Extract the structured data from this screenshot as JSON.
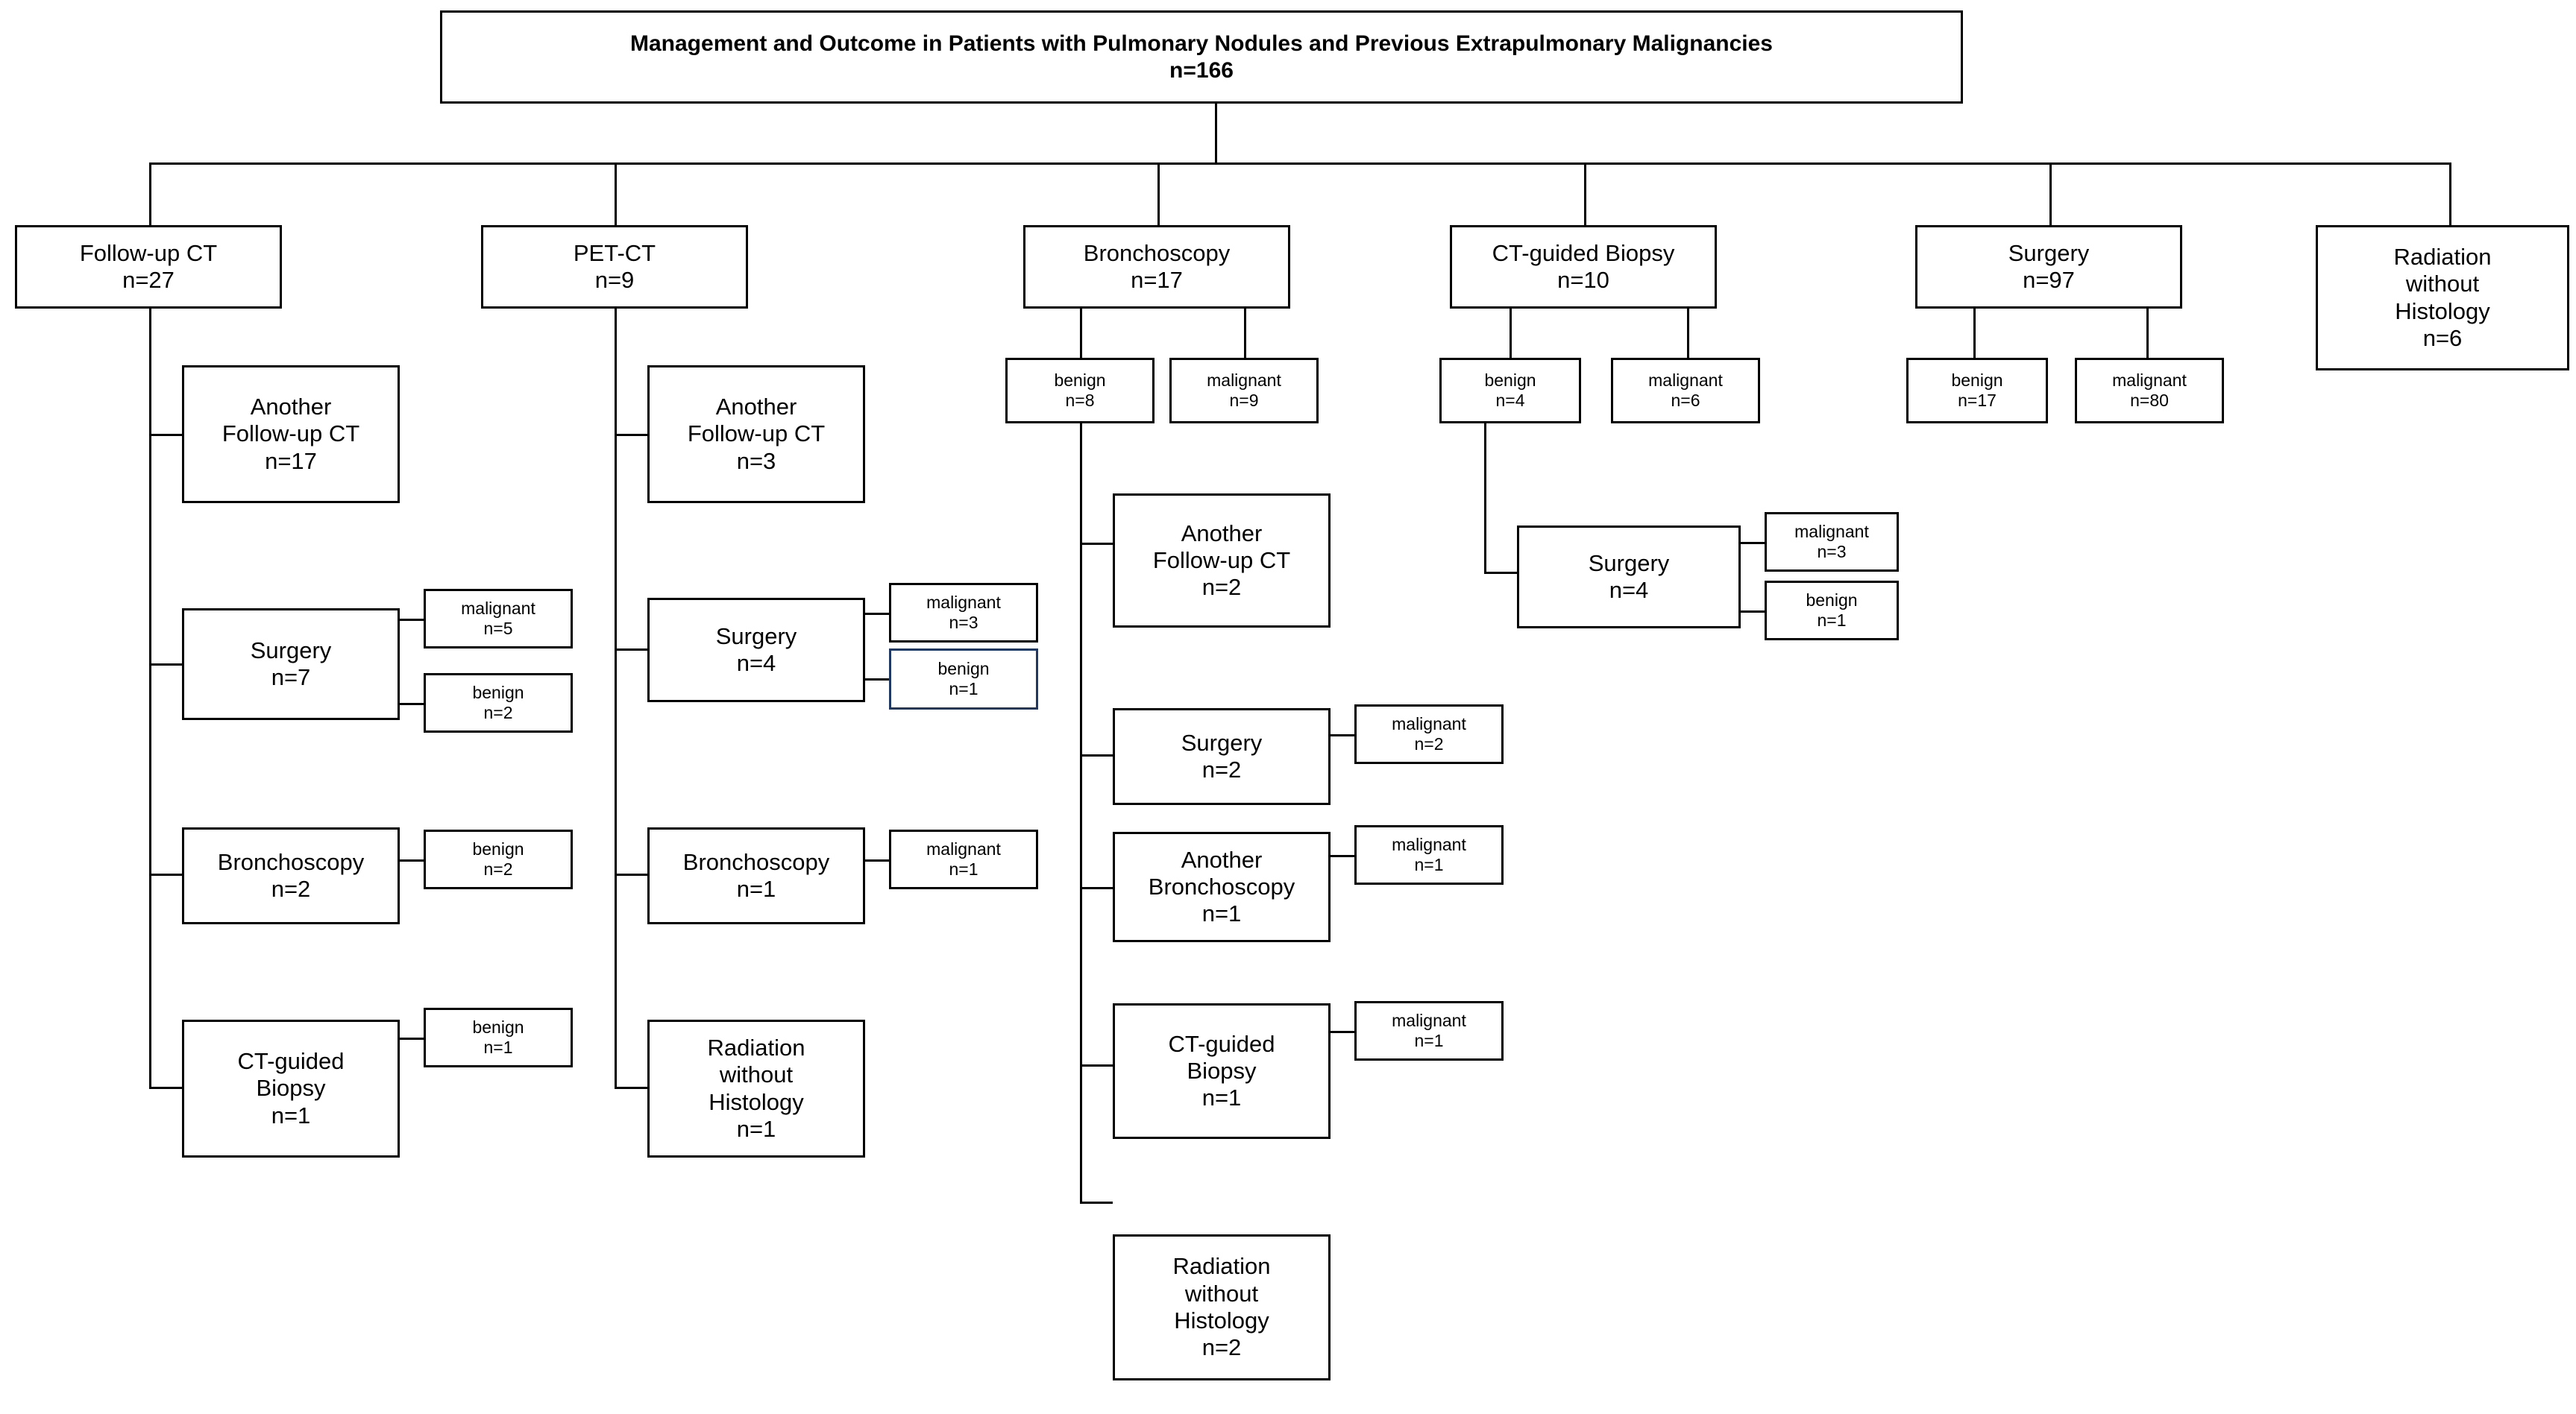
{
  "chart_data": {
    "type": "tree-flowchart",
    "title": "Management and Outcome in Patients with Pulmonary Nodules and Previous Extrapulmonary Malignancies",
    "total": "n=166",
    "accent_selected_border": "#1f3864",
    "border_color": "#000000",
    "background": "#ffffff"
  },
  "root": {
    "title": "Management and Outcome in Patients with Pulmonary Nodules and Previous Extrapulmonary Malignancies",
    "count": "n=166"
  },
  "branches": {
    "followup_ct": {
      "label": "Follow-up CT",
      "count": "n=27",
      "children": {
        "another_followup_ct": {
          "label_line1": "Another",
          "label_line2": "Follow-up CT",
          "count": "n=17"
        },
        "surgery": {
          "label": "Surgery",
          "count": "n=7",
          "outcomes": {
            "malignant": {
              "label": "malignant",
              "count": "n=5"
            },
            "benign": {
              "label": "benign",
              "count": "n=2"
            }
          }
        },
        "bronchoscopy": {
          "label": "Bronchoscopy",
          "count": "n=2",
          "outcomes": {
            "benign": {
              "label": "benign",
              "count": "n=2"
            }
          }
        },
        "ct_guided_biopsy": {
          "label_line1": "CT-guided",
          "label_line2": "Biopsy",
          "count": "n=1",
          "outcomes": {
            "benign": {
              "label": "benign",
              "count": "n=1"
            }
          }
        }
      }
    },
    "pet_ct": {
      "label": "PET-CT",
      "count": "n=9",
      "children": {
        "another_followup_ct": {
          "label_line1": "Another",
          "label_line2": "Follow-up CT",
          "count": "n=3"
        },
        "surgery": {
          "label": "Surgery",
          "count": "n=4",
          "outcomes": {
            "malignant": {
              "label": "malignant",
              "count": "n=3"
            },
            "benign": {
              "label": "benign",
              "count": "n=1",
              "selected": true
            }
          }
        },
        "bronchoscopy": {
          "label": "Bronchoscopy",
          "count": "n=1",
          "outcomes": {
            "malignant": {
              "label": "malignant",
              "count": "n=1"
            }
          }
        },
        "radiation_without_histology": {
          "label_line1": "Radiation",
          "label_line2": "without",
          "label_line3": "Histology",
          "count": "n=1"
        }
      }
    },
    "bronchoscopy": {
      "label": "Bronchoscopy",
      "count": "n=17",
      "outcomes": {
        "benign": {
          "label": "benign",
          "count": "n=8"
        },
        "malignant": {
          "label": "malignant",
          "count": "n=9"
        }
      },
      "benign_children": {
        "another_followup_ct": {
          "label_line1": "Another",
          "label_line2": "Follow-up CT",
          "count": "n=2"
        },
        "surgery": {
          "label": "Surgery",
          "count": "n=2",
          "outcomes": {
            "malignant": {
              "label": "malignant",
              "count": "n=2"
            }
          }
        },
        "another_bronchoscopy": {
          "label_line1": "Another",
          "label_line2": "Bronchoscopy",
          "count": "n=1",
          "outcomes": {
            "malignant": {
              "label": "malignant",
              "count": "n=1"
            }
          }
        },
        "ct_guided_biopsy": {
          "label_line1": "CT-guided",
          "label_line2": "Biopsy",
          "count": "n=1",
          "outcomes": {
            "malignant": {
              "label": "malignant",
              "count": "n=1"
            }
          }
        },
        "radiation_without_histology": {
          "label_line1": "Radiation",
          "label_line2": "without",
          "label_line3": "Histology",
          "count": "n=2"
        }
      }
    },
    "ct_guided_biopsy": {
      "label": "CT-guided Biopsy",
      "count": "n=10",
      "outcomes": {
        "benign": {
          "label": "benign",
          "count": "n=4"
        },
        "malignant": {
          "label": "malignant",
          "count": "n=6"
        }
      },
      "benign_children": {
        "surgery": {
          "label": "Surgery",
          "count": "n=4",
          "outcomes": {
            "malignant": {
              "label": "malignant",
              "count": "n=3"
            },
            "benign": {
              "label": "benign",
              "count": "n=1"
            }
          }
        }
      }
    },
    "surgery": {
      "label": "Surgery",
      "count": "n=97",
      "outcomes": {
        "benign": {
          "label": "benign",
          "count": "n=17"
        },
        "malignant": {
          "label": "malignant",
          "count": "n=80"
        }
      }
    },
    "radiation_without_histology": {
      "label_line1": "Radiation",
      "label_line2": "without",
      "label_line3": "Histology",
      "count": "n=6"
    }
  }
}
